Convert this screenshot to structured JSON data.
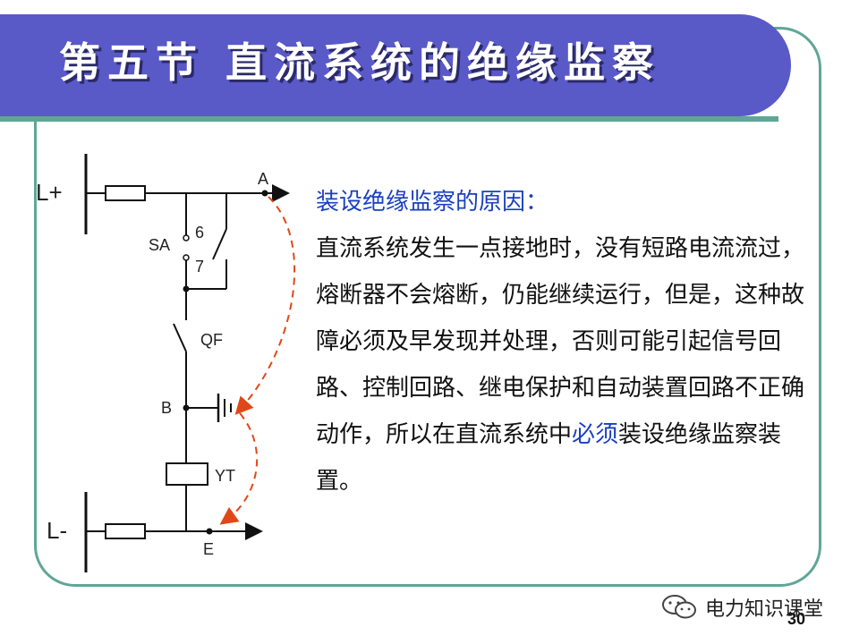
{
  "slide": {
    "title": "第五节 直流系统的绝缘监察",
    "page_number": "30"
  },
  "diagram": {
    "labels": {
      "l_plus": "L+",
      "l_minus": "L-",
      "a": "A",
      "b": "B",
      "e": "E",
      "sa": "SA",
      "six": "6",
      "seven": "7",
      "qf": "QF",
      "yt": "YT"
    },
    "colors": {
      "wire": "#111111",
      "fault_path": "#e04818"
    }
  },
  "text": {
    "heading": "装设绝缘监察的原因：",
    "body_part1": "直流系统发生一点接地时，没有短路电流流过，熔断器不会熔断，仍能继续运行，但是，这种故障必须及早发现并处理，否则可能引起信号回路、控制回路、继电保护和自动装置回路不正确动作，所以在直流系统中",
    "body_highlight": "必须",
    "body_part2": "装设绝缘监察装置。"
  },
  "watermark": {
    "text": "电力知识课堂",
    "icon": "wechat-icon"
  },
  "colors": {
    "title_bar": "#5959c8",
    "frame": "#5fa697",
    "heading_text": "#1a3fbf"
  }
}
